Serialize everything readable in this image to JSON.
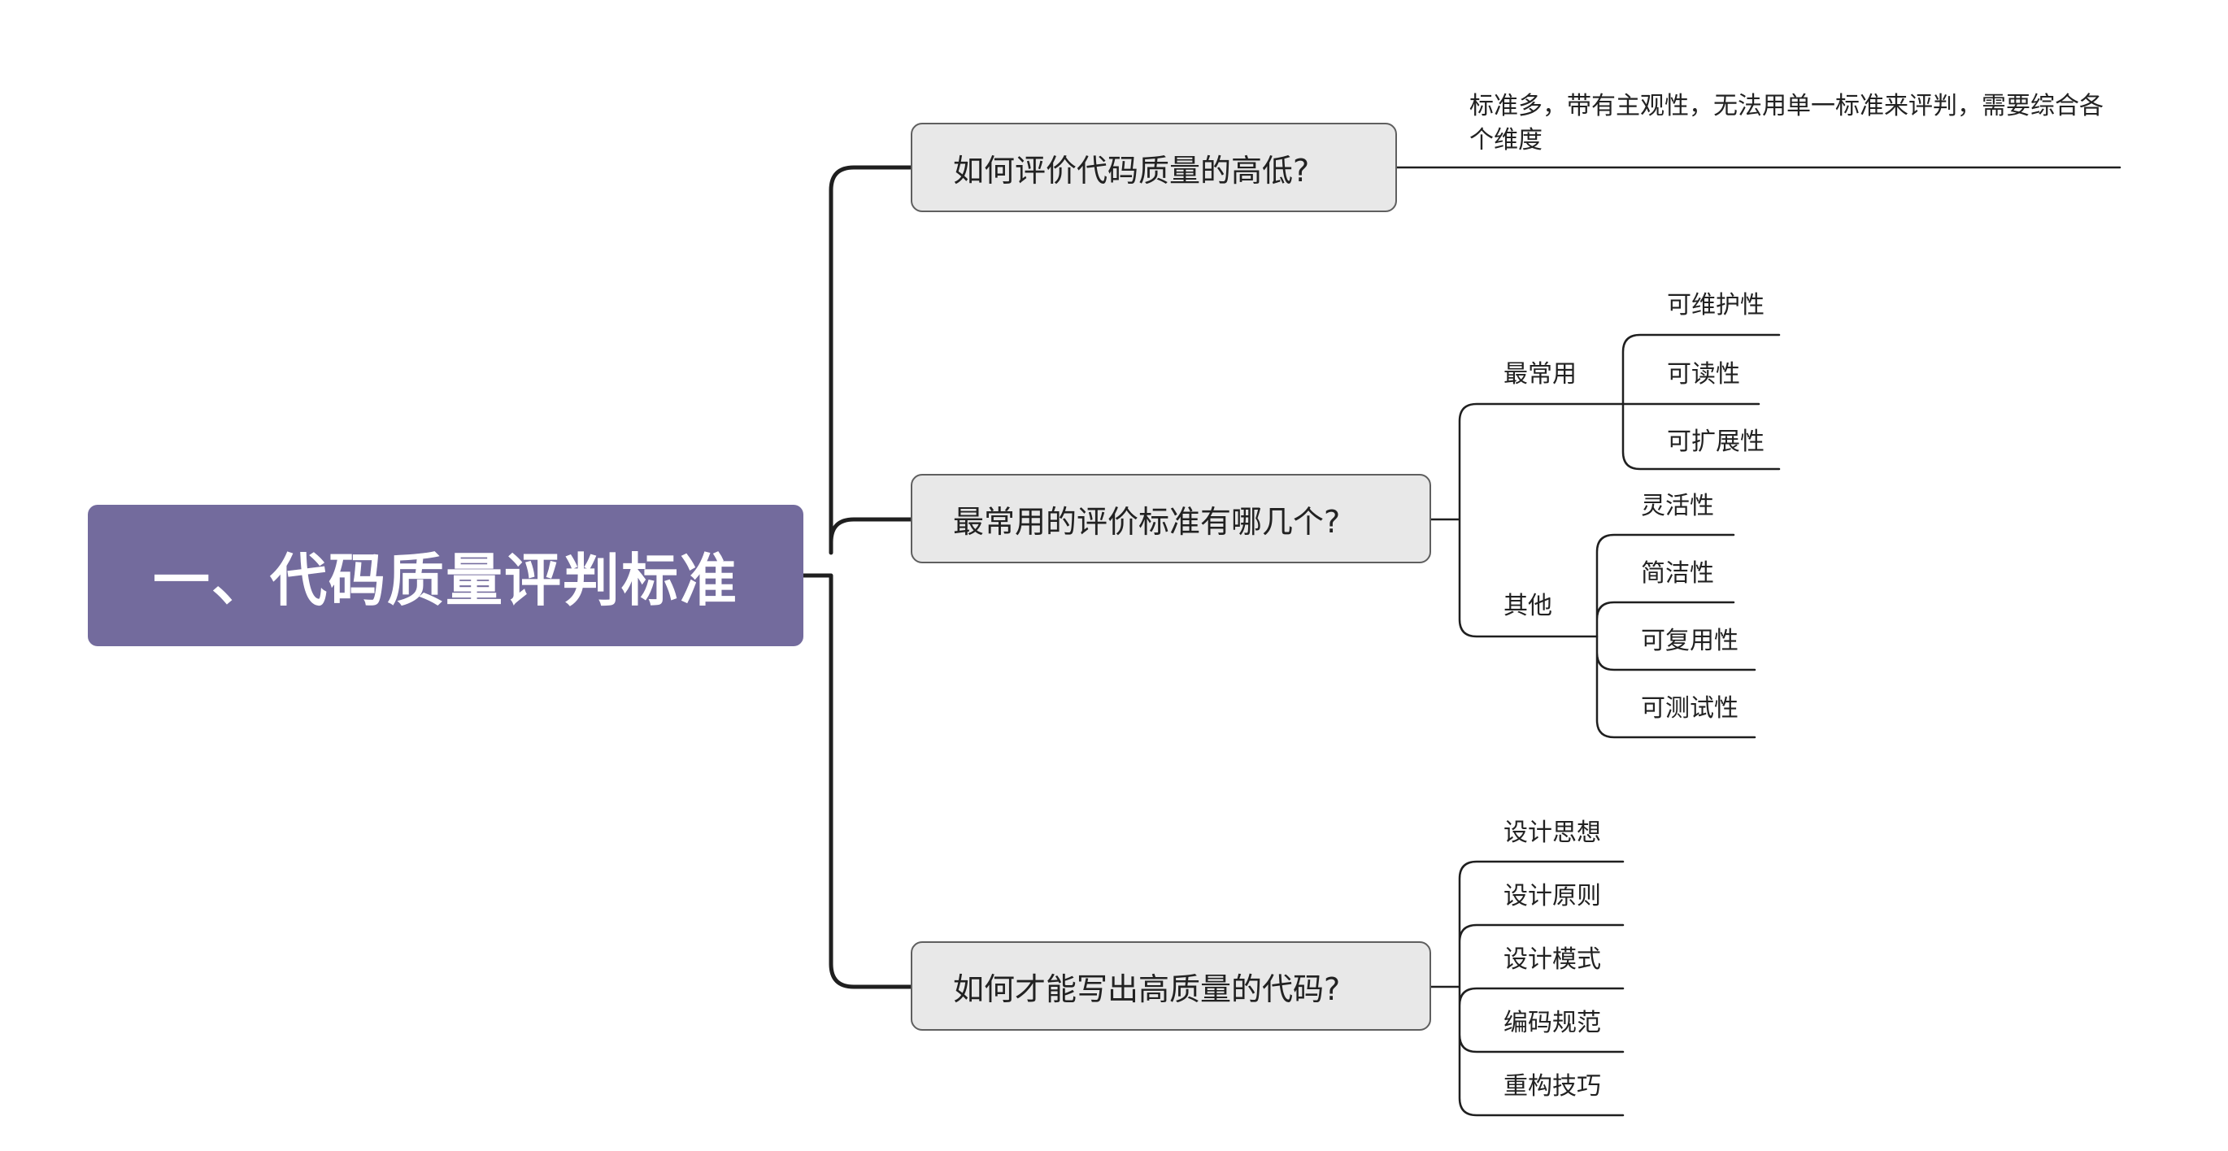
{
  "root": {
    "title": "一、代码质量评判标准"
  },
  "branches": [
    {
      "label": "如何评价代码质量的高低?",
      "note": "标准多，带有主观性，无法用单一标准来评判，需要综合各个维度"
    },
    {
      "label": "最常用的评价标准有哪几个?",
      "groups": [
        {
          "label": "最常用",
          "items": [
            "可维护性",
            "可读性",
            "可扩展性"
          ]
        },
        {
          "label": "其他",
          "items": [
            "灵活性",
            "简洁性",
            "可复用性",
            "可测试性"
          ]
        }
      ]
    },
    {
      "label": "如何才能写出高质量的代码?",
      "items": [
        "设计思想",
        "设计原则",
        "设计模式",
        "编码规范",
        "重构技巧"
      ]
    }
  ],
  "colors": {
    "root_fill": "#736b9d",
    "branch_fill": "#e8e8e8",
    "line": "#1f1f1f"
  }
}
